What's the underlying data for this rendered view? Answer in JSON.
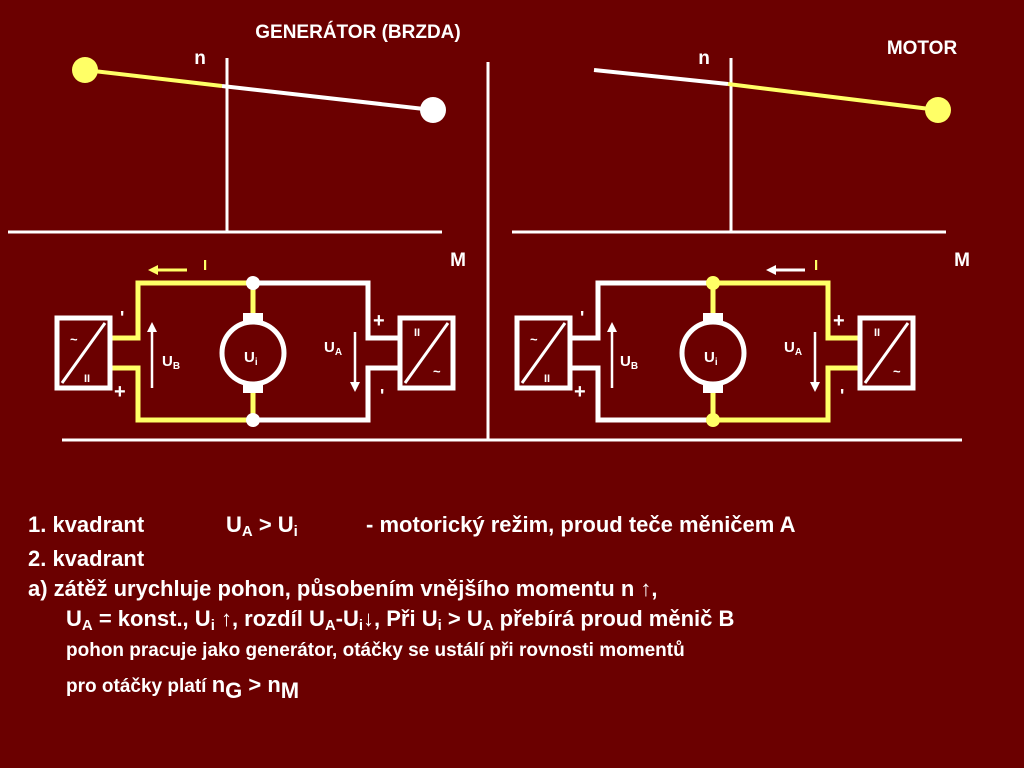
{
  "diagram": {
    "left_title": "GENERÁTOR (BRZDA)",
    "right_title": "MOTOR",
    "axis_n": "n",
    "axis_m": "M",
    "current_label": "I",
    "plus": "+",
    "minus": "'",
    "ub_main": "U",
    "ub_sub": "B",
    "ua_main": "U",
    "ua_sub": "A",
    "ui_main": "U",
    "ui_sub": "i",
    "conv_ac": "~",
    "conv_dc": "II",
    "colors": {
      "background": "#6b0000",
      "highlight": "#ffff66",
      "wire": "#ffffff"
    }
  },
  "text": {
    "line1": {
      "label": "1. kvadrant",
      "ua": "U",
      "ua_sub": "A",
      "op": " > U",
      "ui_sub": "i",
      "desc": "- motorický režim, proud teče měničem A"
    },
    "line2": "2. kvadrant",
    "line3": "a)  zátěž urychluje pohon, působením vnějšího momentu n ↑,",
    "line4": {
      "p1": "U",
      "p1_sub": "A",
      "p2": " = konst., U",
      "p2_sub": "i",
      "p3": " ↑, rozdíl U",
      "p3_sub": "A",
      "p4": "-U",
      "p4_sub": "i",
      "p5": "↓, Při U",
      "p5_sub": "i",
      "p6": " > U",
      "p6_sub": "A",
      "p7": " přebírá proud měnič B"
    },
    "line5": "pohon pracuje jako generátor, otáčky se ustálí při rovnosti momentů",
    "line6": {
      "prefix": "pro otáčky platí ",
      "n": "n",
      "n_sub": "G",
      "op": " > n",
      "m_sub": "M"
    }
  }
}
